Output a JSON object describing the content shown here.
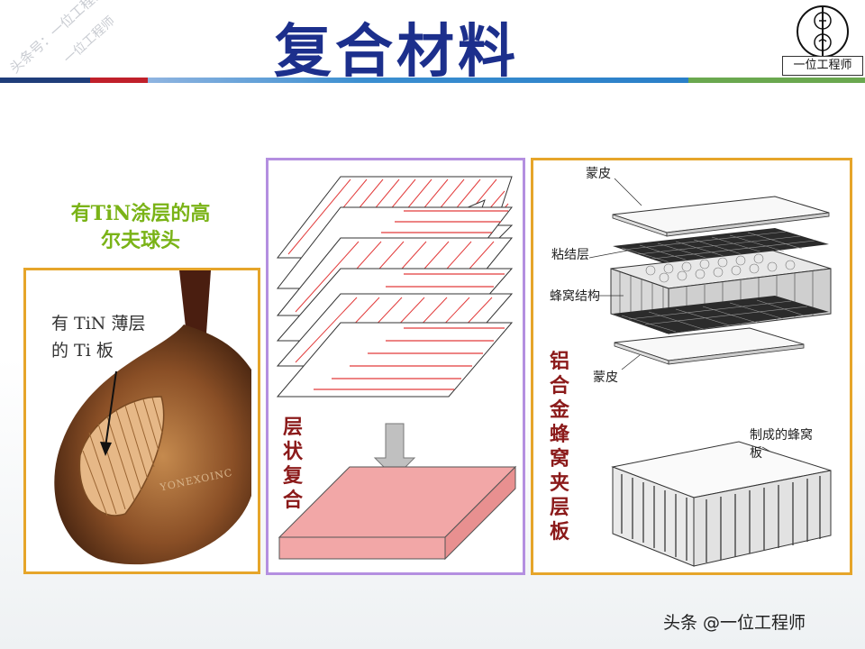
{
  "title": "复合材料",
  "watermark": {
    "text": "头条号：一位工程师",
    "text2": "一位工程师"
  },
  "logo": {
    "label": "一位工程师"
  },
  "colors": {
    "title": "#1c2f8c",
    "panel_border_orange": "#e6a52a",
    "panel_border_purple": "#b48fe0",
    "golf_caption": "#7ab317",
    "vertical_text": "#8b1a1a",
    "stripe_navy": "#1f3d7a",
    "stripe_red": "#c0202a",
    "stripe_blue": "#3b8fd0",
    "stripe_green": "#6aa84f"
  },
  "golf_panel": {
    "caption_line1": "有TiN涂层的高",
    "caption_line2": "尔夫球头",
    "image_label_line1": "有 TiN 薄层",
    "image_label_line2": "的 Ti 板",
    "brand_text": "YONEXOINC"
  },
  "laminate_panel": {
    "vertical_label": [
      "层",
      "状",
      "复",
      "合"
    ]
  },
  "honeycomb_panel": {
    "labels": {
      "skin_top": "蒙皮",
      "adhesive": "粘结层",
      "core": "蜂窝结构",
      "skin_bottom": "蒙皮",
      "finished_line1": "制成的蜂窝",
      "finished_line2": "板"
    },
    "vertical_label": [
      "铝",
      "合",
      "金",
      "蜂",
      "窝",
      "夹",
      "层",
      "板"
    ]
  },
  "footer": {
    "text": "头条 @一位工程师"
  }
}
